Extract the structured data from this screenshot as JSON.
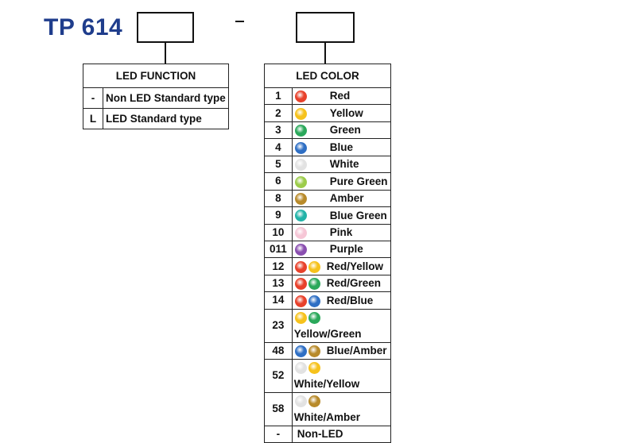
{
  "model": "TP 614",
  "separator": "-",
  "function_table": {
    "title": "LED FUNCTION",
    "rows": [
      {
        "code": "-",
        "label": "Non LED Standard type"
      },
      {
        "code": "L",
        "label": "LED Standard type"
      }
    ]
  },
  "color_table": {
    "title": "LED COLOR",
    "rows": [
      {
        "code": "1",
        "label": "Red",
        "dots": [
          "red-led-icon"
        ],
        "colors": [
          "#e8412b"
        ]
      },
      {
        "code": "2",
        "label": "Yellow",
        "dots": [
          "yellow-led-icon"
        ],
        "colors": [
          "#f6c21c"
        ]
      },
      {
        "code": "3",
        "label": "Green",
        "dots": [
          "green-led-icon"
        ],
        "colors": [
          "#2aa85a"
        ]
      },
      {
        "code": "4",
        "label": "Blue",
        "dots": [
          "blue-led-icon"
        ],
        "colors": [
          "#2f6fc4"
        ]
      },
      {
        "code": "5",
        "label": "White",
        "dots": [
          "white-led-icon"
        ],
        "colors": [
          "#e2e2e2"
        ]
      },
      {
        "code": "6",
        "label": "Pure Green",
        "dots": [
          "pure-green-led-icon"
        ],
        "colors": [
          "#9ccc4a"
        ]
      },
      {
        "code": "8",
        "label": "Amber",
        "dots": [
          "amber-led-icon"
        ],
        "colors": [
          "#b88a2a"
        ]
      },
      {
        "code": "9",
        "label": "Blue Green",
        "dots": [
          "blue-green-led-icon"
        ],
        "colors": [
          "#22b3a8"
        ]
      },
      {
        "code": "10",
        "label": "Pink",
        "dots": [
          "pink-led-icon"
        ],
        "colors": [
          "#f6c6d6"
        ]
      },
      {
        "code": "011",
        "label": "Purple",
        "dots": [
          "purple-led-icon"
        ],
        "colors": [
          "#8a4fb0"
        ]
      },
      {
        "code": "12",
        "label": "Red/Yellow",
        "dots": [
          "red-led-icon",
          "yellow-led-icon"
        ],
        "colors": [
          "#e8412b",
          "#f6c21c"
        ]
      },
      {
        "code": "13",
        "label": "Red/Green",
        "dots": [
          "red-led-icon",
          "green-led-icon"
        ],
        "colors": [
          "#e8412b",
          "#2aa85a"
        ]
      },
      {
        "code": "14",
        "label": "Red/Blue",
        "dots": [
          "red-led-icon",
          "blue-led-icon"
        ],
        "colors": [
          "#e8412b",
          "#2f6fc4"
        ]
      },
      {
        "code": "23",
        "label": "Yellow/Green",
        "dots": [
          "yellow-led-icon",
          "green-led-icon"
        ],
        "colors": [
          "#f6c21c",
          "#2aa85a"
        ]
      },
      {
        "code": "48",
        "label": "Blue/Amber",
        "dots": [
          "blue-led-icon",
          "amber-led-icon"
        ],
        "colors": [
          "#2f6fc4",
          "#b88a2a"
        ]
      },
      {
        "code": "52",
        "label": "White/Yellow",
        "dots": [
          "white-led-icon",
          "yellow-led-icon"
        ],
        "colors": [
          "#e2e2e2",
          "#f6c21c"
        ]
      },
      {
        "code": "58",
        "label": "White/Amber",
        "dots": [
          "white-led-icon",
          "amber-led-icon"
        ],
        "colors": [
          "#e2e2e2",
          "#b88a2a"
        ]
      },
      {
        "code": "-",
        "label": "Non-LED",
        "dots": [],
        "colors": []
      }
    ]
  }
}
